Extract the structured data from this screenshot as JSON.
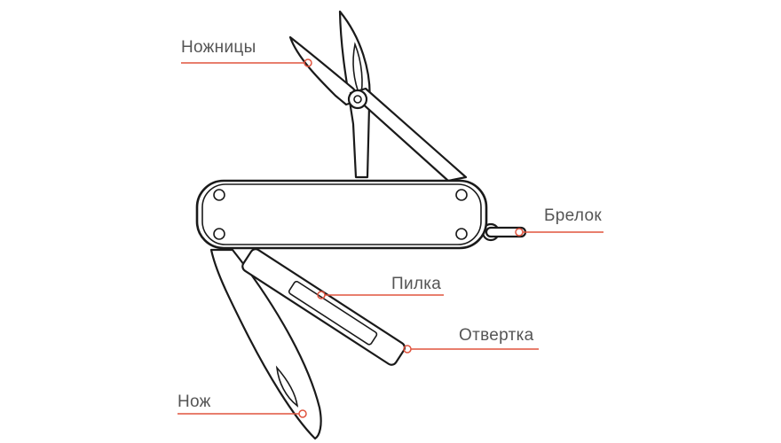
{
  "title": "Швейцарский нож — детали",
  "labels": {
    "scissors": "Ножницы",
    "keyring": "Брелок",
    "file": "Пилка",
    "screwdriver": "Отвертка",
    "knife": "Нож"
  },
  "colors": {
    "accent": "#e0533d",
    "outline": "#1a1a1a",
    "label": "#555555"
  }
}
